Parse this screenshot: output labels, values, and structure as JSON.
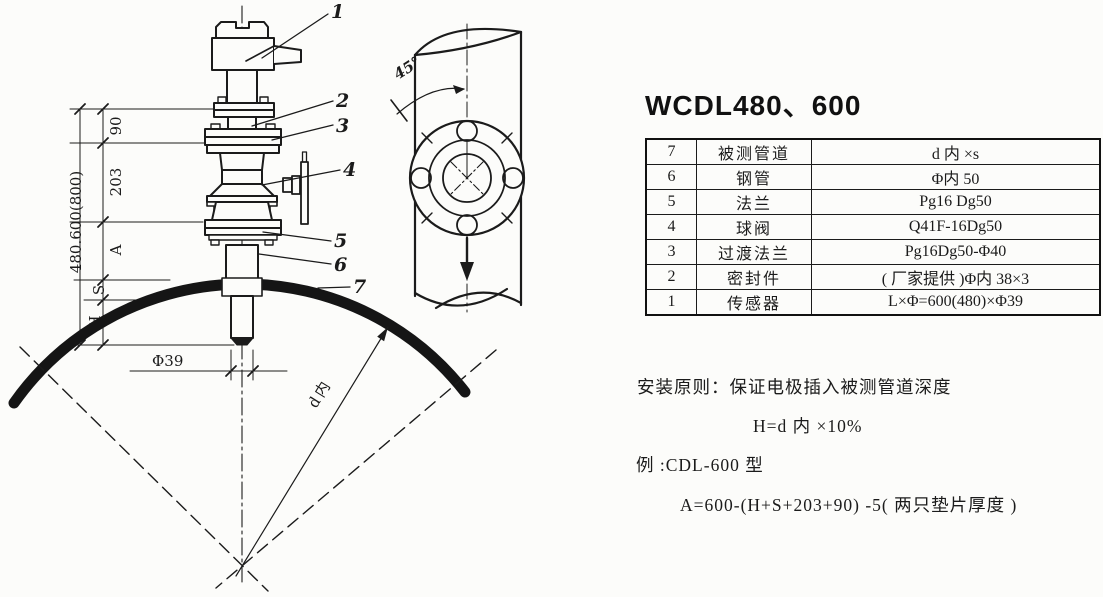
{
  "colors": {
    "ink": "#1b1b1b",
    "paper": "#fcfcfa"
  },
  "drawing": {
    "callouts": {
      "c1": "1",
      "c2": "2",
      "c3": "3",
      "c4": "4",
      "c5": "5",
      "c6": "6",
      "c7": "7"
    },
    "dimensions": {
      "overall": "480.600(800)",
      "d90": "90",
      "d203": "203",
      "dA": "A",
      "dS": "S",
      "dH": "H",
      "phi39": "Φ39",
      "d_inner": "d内",
      "angle45": "45°"
    }
  },
  "panel": {
    "title": "WCDL480、600",
    "table": {
      "rows": [
        {
          "num": "7",
          "name": "被测管道",
          "spec": "d 内 ×s"
        },
        {
          "num": "6",
          "name": "钢管",
          "spec": "Φ内 50"
        },
        {
          "num": "5",
          "name": "法兰",
          "spec": "Pg16 Dg50"
        },
        {
          "num": "4",
          "name": "球阀",
          "spec": "Q41F-16Dg50"
        },
        {
          "num": "3",
          "name": "过渡法兰",
          "spec": "Pg16Dg50-Φ40"
        },
        {
          "num": "2",
          "name": "密封件",
          "spec": "( 厂家提供 )Φ内 38×3"
        },
        {
          "num": "1",
          "name": "传感器",
          "spec": "L×Φ=600(480)×Φ39"
        }
      ]
    },
    "notes": {
      "line1": "安装原则：保证电极插入被测管道深度",
      "line2": "H=d 内 ×10%",
      "line3": "例 :CDL-600 型",
      "line4": "A=600-(H+S+203+90) -5( 两只垫片厚度 )"
    }
  }
}
